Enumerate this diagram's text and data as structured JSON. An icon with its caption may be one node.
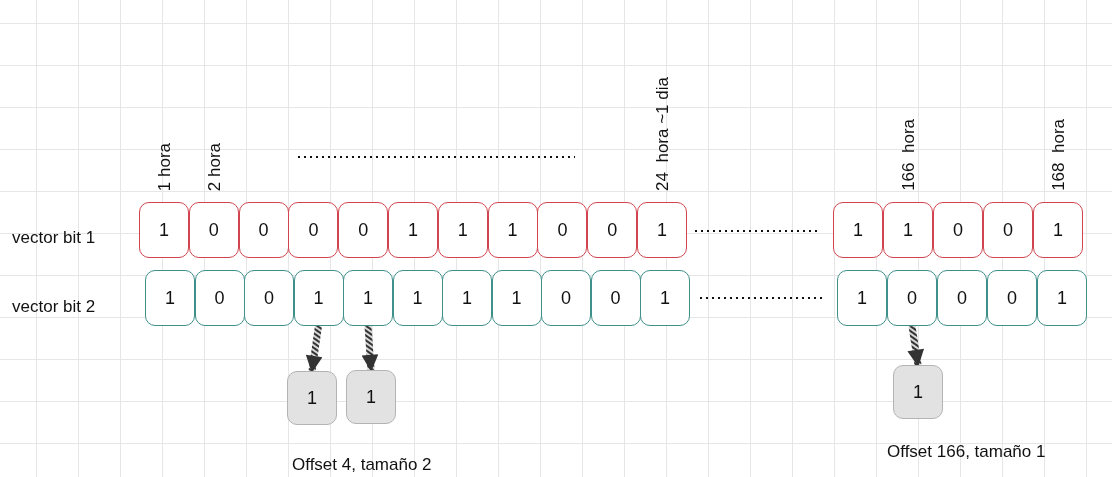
{
  "diagram": {
    "nodes": [
      {
        "text": [
          "1"
        ],
        "beside": [
          "1 hora"
        ]
      },
      {
        "text": [
          "0"
        ],
        "beside": [
          "2 hora"
        ]
      },
      {
        "text": [
          "0"
        ]
      },
      {
        "text": [
          "0"
        ]
      },
      {
        "text": [
          "0"
        ]
      },
      {
        "text": [
          "1"
        ]
      },
      {
        "text": [
          "1"
        ]
      },
      {
        "text": [
          "1"
        ]
      },
      {
        "text": [
          "0"
        ]
      },
      {
        "text": [
          "0"
        ]
      },
      {
        "text": [
          "1"
        ],
        "beside": [
          "24  hora ~1 dia"
        ]
      },
      {
        "text": [
          "1"
        ]
      },
      {
        "text": [
          "1"
        ],
        "beside": [
          "166  hora"
        ]
      },
      {
        "text": [
          "0"
        ]
      },
      {
        "text": [
          "0"
        ]
      },
      {
        "text": [
          "1"
        ],
        "beside": [
          "168  hora"
        ]
      },
      {
        "text": [
          "1"
        ]
      },
      {
        "text": [
          "0"
        ]
      },
      {
        "text": [
          "0"
        ]
      },
      {
        "text": [
          "1"
        ]
      },
      {
        "text": [
          "1"
        ]
      },
      {
        "text": [
          "1"
        ]
      },
      {
        "text": [
          "1"
        ]
      },
      {
        "text": [
          "1"
        ]
      },
      {
        "text": [
          "0"
        ]
      },
      {
        "text": [
          "0"
        ]
      },
      {
        "text": [
          "1"
        ]
      },
      {
        "text": [
          "1"
        ]
      },
      {
        "text": [
          "0"
        ]
      },
      {
        "text": [
          "0"
        ]
      },
      {
        "text": [
          "0"
        ]
      },
      {
        "text": [
          "1"
        ]
      },
      {
        "text": [
          "1"
        ]
      },
      {
        "text": [
          "1"
        ]
      },
      {
        "text": [
          "1"
        ]
      }
    ],
    "edges": [
      {
        "from": 19,
        "to": 32,
        "arrow": "to",
        "style": "thick"
      },
      {
        "from": 20,
        "to": 33,
        "arrow": "to",
        "style": "thick"
      },
      {
        "from": 28,
        "to": 34,
        "arrow": "to",
        "style": "thick"
      }
    ],
    "labels": [
      "vector bit 1",
      "vector bit 2",
      "Offset 4, tamaño 2",
      "Offset 166, tamaño 1"
    ]
  }
}
